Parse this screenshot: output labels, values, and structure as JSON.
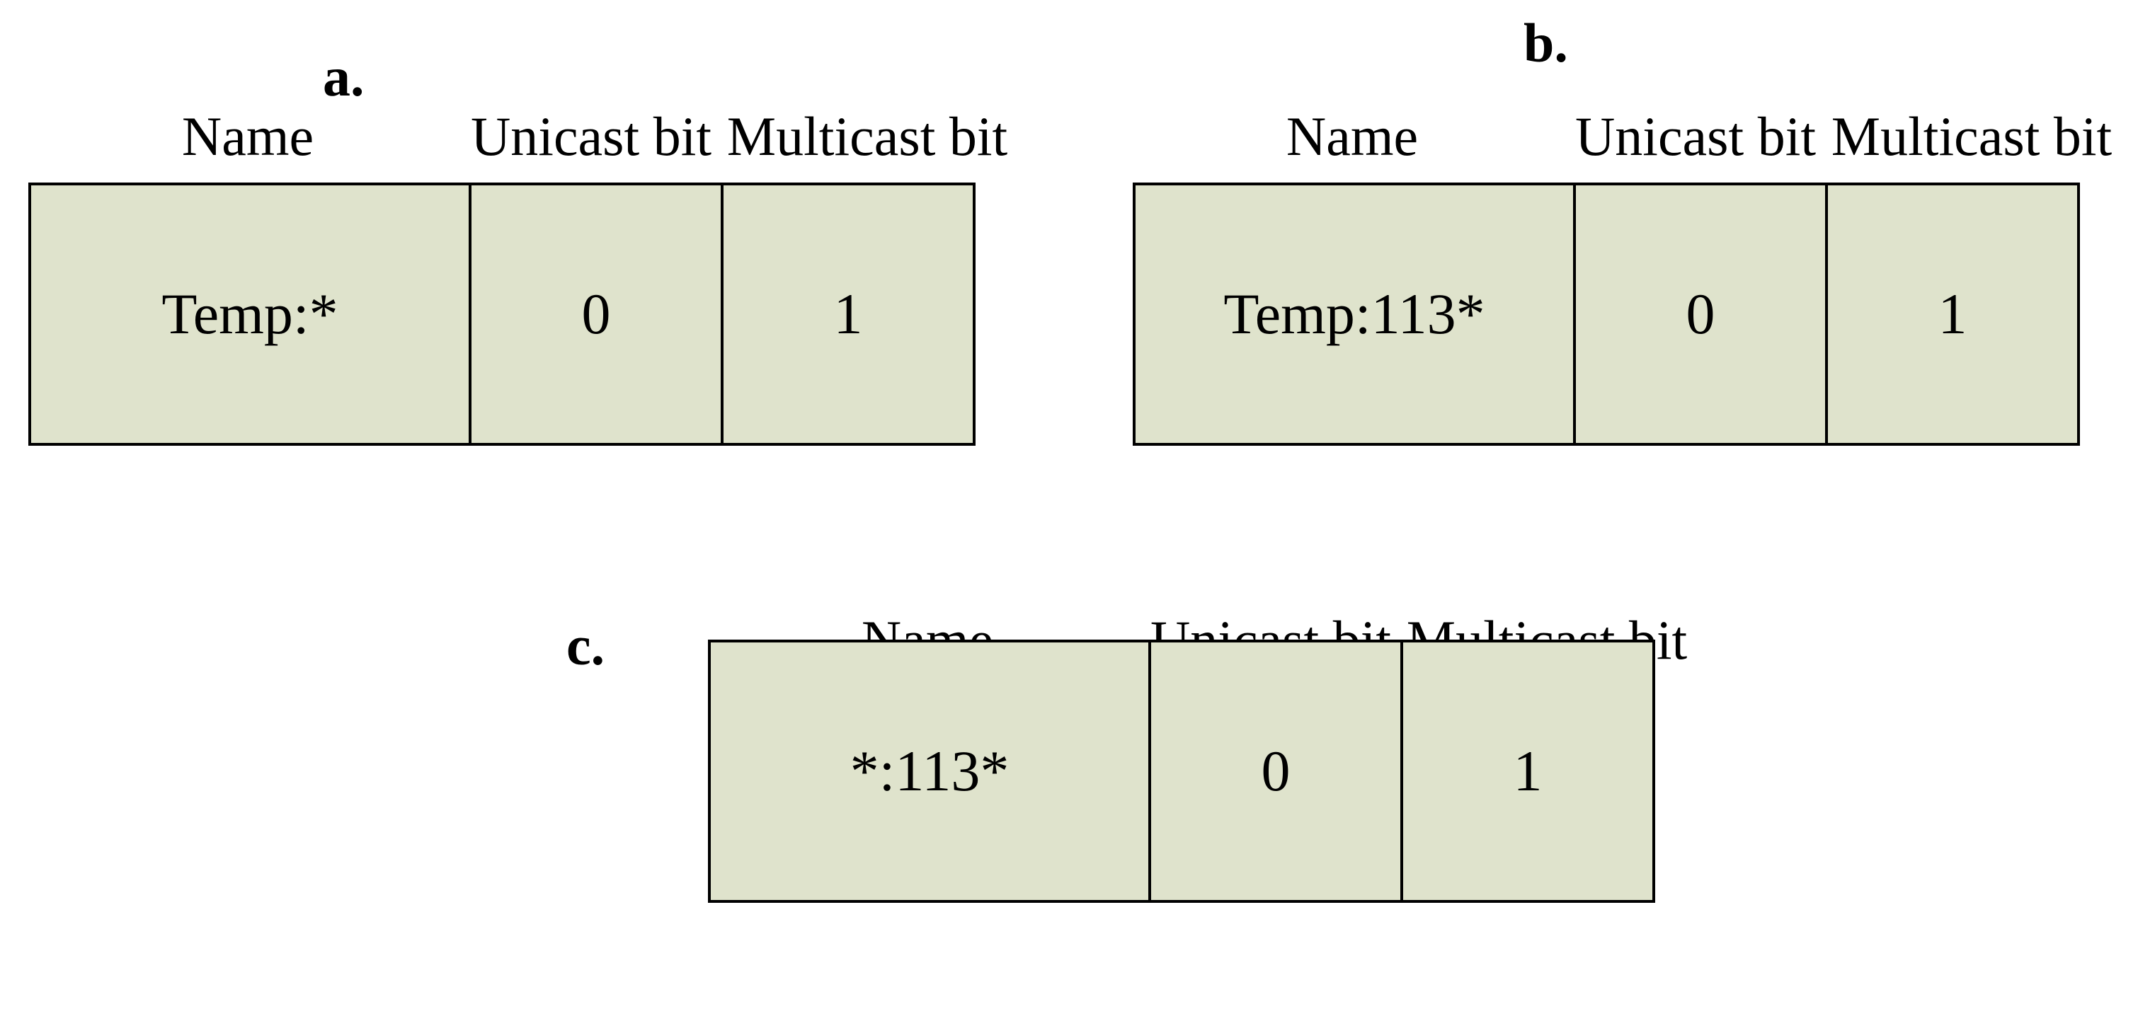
{
  "colors": {
    "cell_fill": "#dfe3cc",
    "border": "#000000",
    "background": "#ffffff"
  },
  "panels": [
    {
      "label": "a.",
      "headers": {
        "name": "Name",
        "unicast": "Unicast bit",
        "multicast": "Multicast bit"
      },
      "row": {
        "name": "Temp:*",
        "unicast": "0",
        "multicast": "1"
      }
    },
    {
      "label": "b.",
      "headers": {
        "name": "Name",
        "unicast": "Unicast bit",
        "multicast": "Multicast bit"
      },
      "row": {
        "name": "Temp:113*",
        "unicast": "0",
        "multicast": "1"
      }
    },
    {
      "label": "c.",
      "headers": {
        "name": "Name",
        "unicast": "Unicast bit",
        "multicast": "Multicast bit"
      },
      "row": {
        "name": "*:113*",
        "unicast": "0",
        "multicast": "1"
      }
    }
  ]
}
